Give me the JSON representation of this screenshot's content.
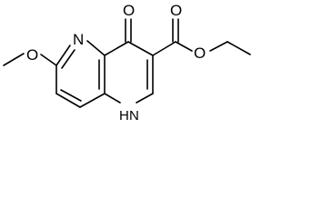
{
  "molecule": {
    "atoms": {
      "carbonyl_oxygen": "O",
      "ester_oxygen_double": "O",
      "ester_oxygen_single": "O",
      "methoxy_oxygen": "O",
      "pyridine_nitrogen": "N",
      "amine_nitrogen": "N",
      "amine_hydrogen": "H"
    }
  }
}
